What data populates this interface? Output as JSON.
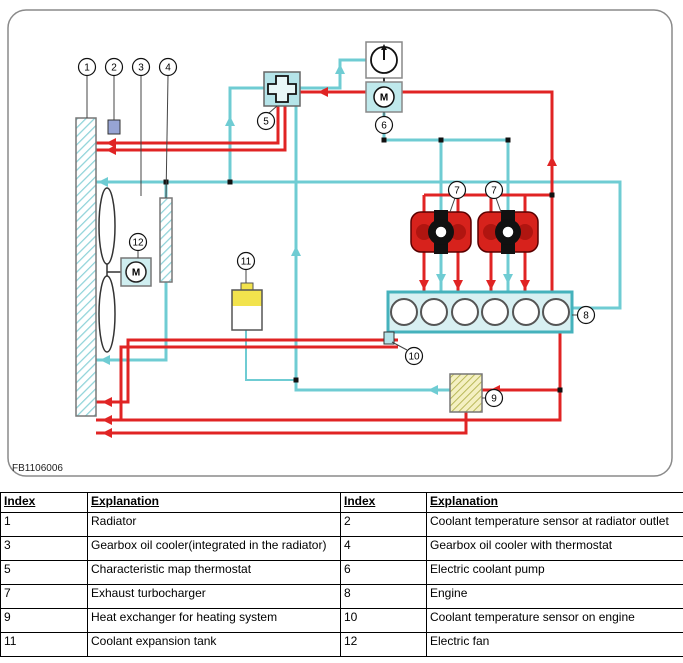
{
  "diagram": {
    "figure_id": "FB1106006",
    "motor_label": "M",
    "callouts": [
      "1",
      "2",
      "3",
      "4",
      "5",
      "6",
      "7",
      "7",
      "8",
      "9",
      "10",
      "11",
      "12"
    ],
    "colors": {
      "coolant_cool": "#6fccd3",
      "coolant_hot": "#e02424",
      "turbo_red": "#d7221c",
      "tank_yellow": "#f2e34d",
      "engine_teal": "#45b2bc"
    }
  },
  "legend": {
    "headers": [
      "Index",
      "Explanation",
      "Index",
      "Explanation"
    ],
    "rows": [
      [
        "1",
        "Radiator",
        "2",
        "Coolant temperature sensor at radiator outlet"
      ],
      [
        "3",
        "Gearbox oil cooler(integrated in the radiator)",
        "4",
        "Gearbox oil cooler with thermostat"
      ],
      [
        "5",
        "Characteristic map thermostat",
        "6",
        "Electric coolant pump"
      ],
      [
        "7",
        "Exhaust turbocharger",
        "8",
        "Engine"
      ],
      [
        "9",
        "Heat exchanger for heating system",
        "10",
        "Coolant temperature sensor on engine"
      ],
      [
        "11",
        "Coolant expansion tank",
        "12",
        "Electric fan"
      ]
    ]
  }
}
